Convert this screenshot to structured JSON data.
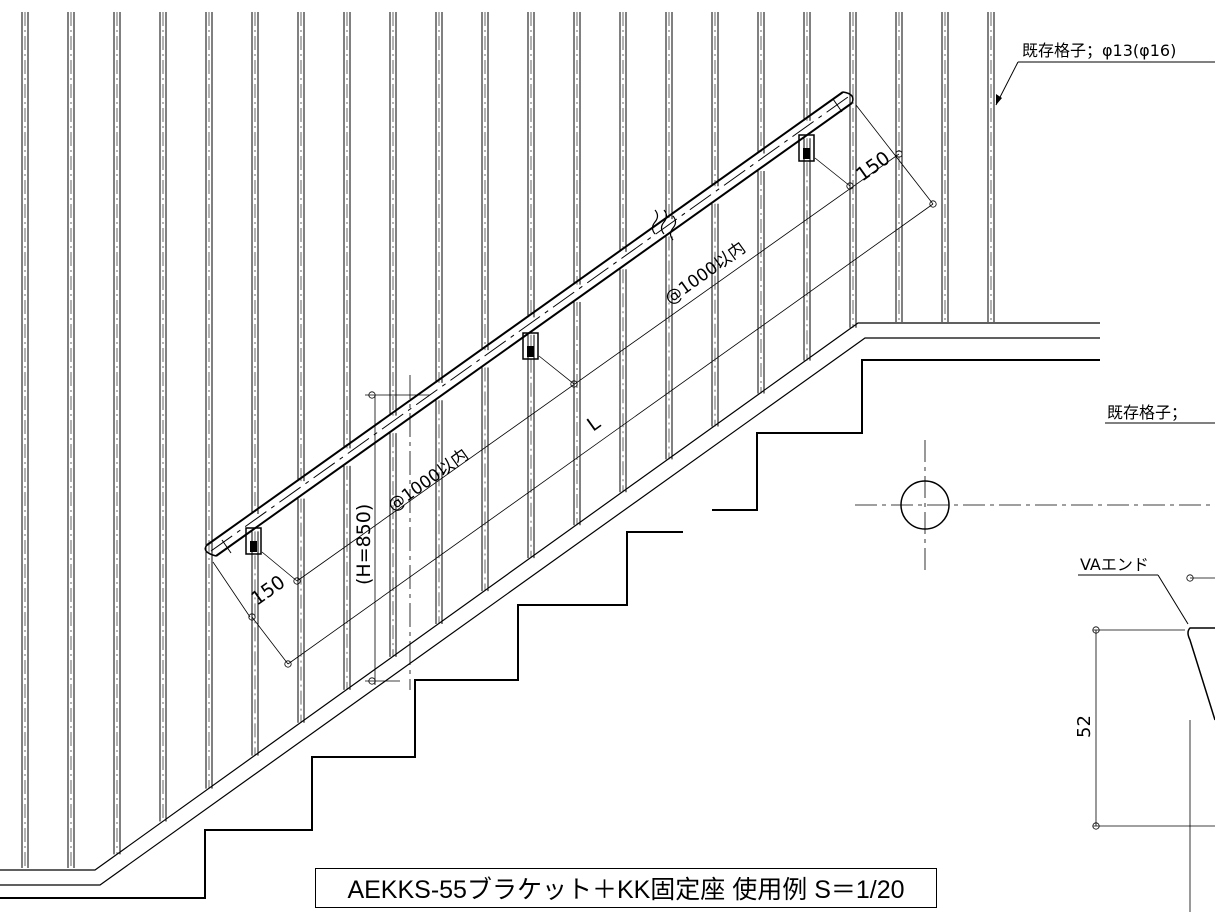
{
  "drawing": {
    "title": "AEKKS-55ブラケット＋KK固定座 使用例 S＝1/20",
    "callout_existing_lattice": "既存格子；φ13(φ16)",
    "callout_existing_lattice_partial": "既存格子；",
    "callout_va_end": "VAエンド",
    "dim_pitch_upper": "@1000以内",
    "dim_pitch_lower": "@1000以内",
    "dim_offset_upper": "150",
    "dim_offset_lower": "150",
    "dim_length": "L",
    "dim_height": "(H=850)",
    "dim_detail_height": "52"
  }
}
